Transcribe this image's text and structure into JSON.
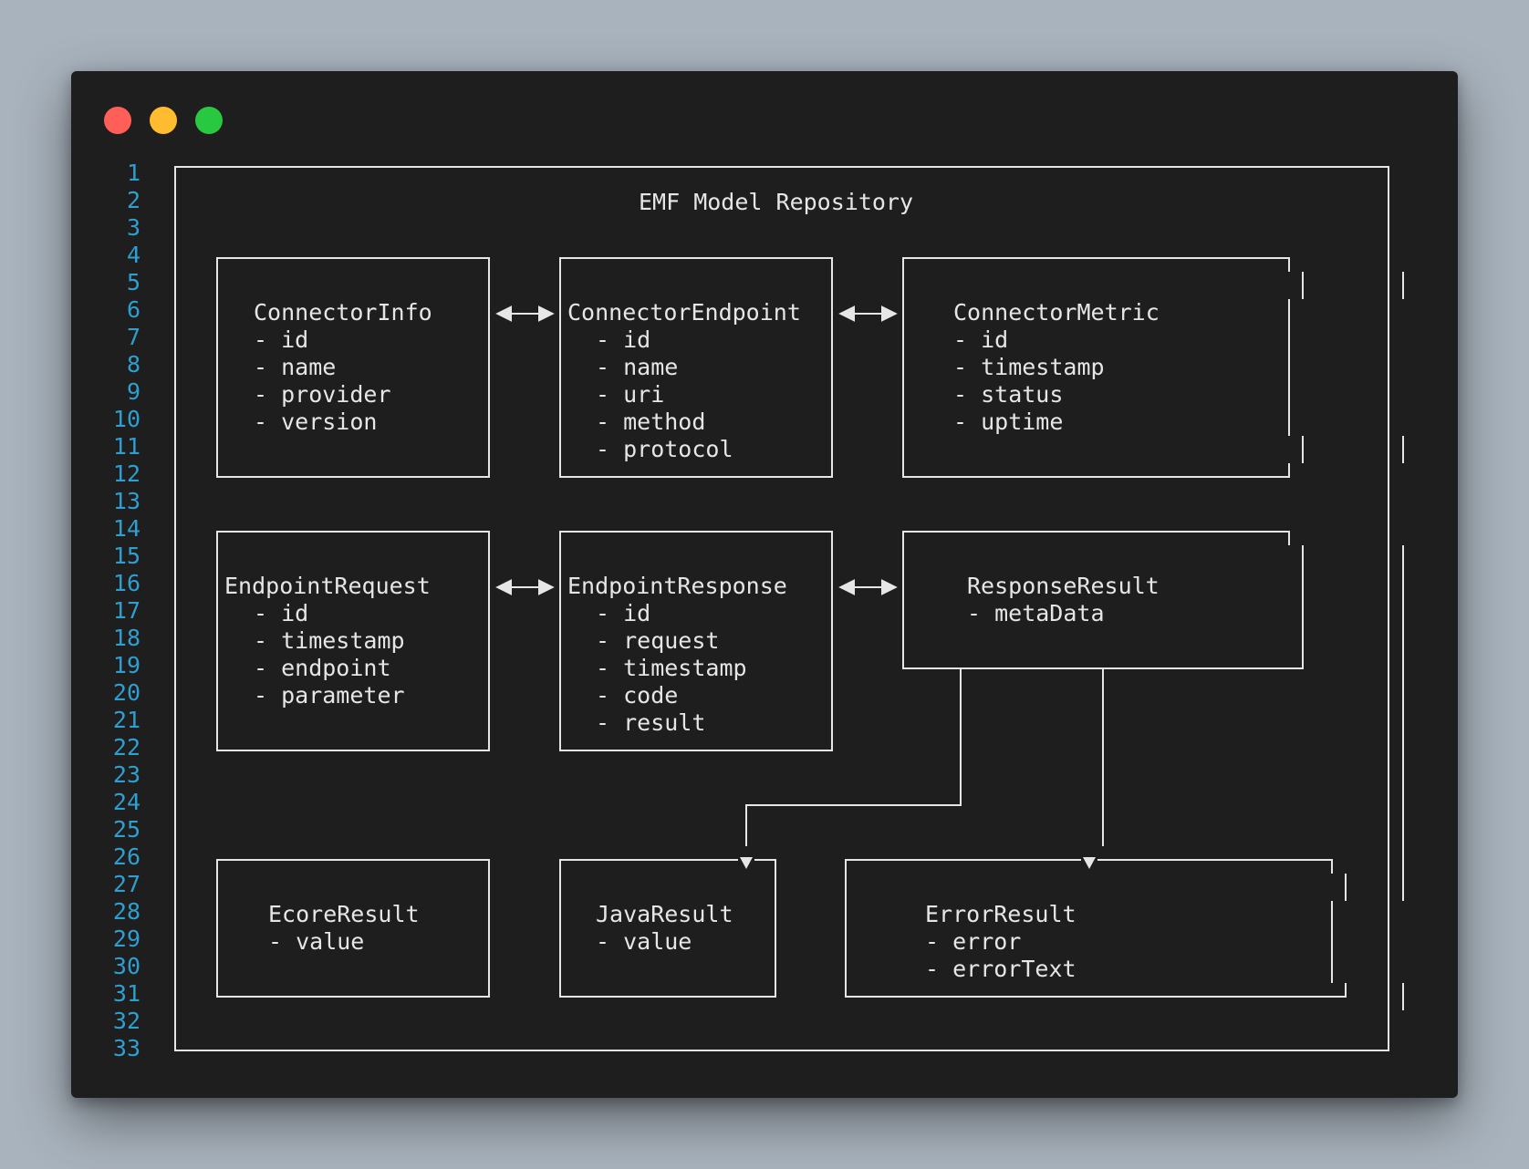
{
  "window": {
    "controls": [
      "close",
      "minimize",
      "maximize"
    ],
    "colors": {
      "background": "#1e1e1e",
      "line_numbers": "#2e9fd0",
      "text": "#e6e6e6",
      "close": "#ff5f57",
      "minimize": "#febc2e",
      "maximize": "#28c840"
    }
  },
  "line_numbers": [
    "1",
    "2",
    "3",
    "4",
    "5",
    "6",
    "7",
    "8",
    "9",
    "10",
    "11",
    "12",
    "13",
    "14",
    "15",
    "16",
    "17",
    "18",
    "19",
    "20",
    "21",
    "22",
    "23",
    "24",
    "25",
    "26",
    "27",
    "28",
    "29",
    "30",
    "31",
    "32",
    "33"
  ],
  "diagram": {
    "title": "EMF Model Repository",
    "boxes": {
      "connector_info": {
        "name": "ConnectorInfo",
        "fields": [
          "- id",
          "- name",
          "- provider",
          "- version"
        ]
      },
      "connector_endpoint": {
        "name": "ConnectorEndpoint",
        "fields": [
          "- id",
          "- name",
          "- uri",
          "- method",
          "- protocol"
        ]
      },
      "connector_metric": {
        "name": "ConnectorMetric",
        "fields": [
          "- id",
          "- timestamp",
          "- status",
          "- uptime"
        ]
      },
      "endpoint_request": {
        "name": "EndpointRequest",
        "fields": [
          "- id",
          "- timestamp",
          "- endpoint",
          "- parameter"
        ]
      },
      "endpoint_response": {
        "name": "EndpointResponse",
        "fields": [
          "- id",
          "- request",
          "- timestamp",
          "- code",
          "- result"
        ]
      },
      "response_result": {
        "name": "ResponseResult",
        "fields": [
          "- metaData"
        ]
      },
      "ecore_result": {
        "name": "EcoreResult",
        "fields": [
          "- value"
        ]
      },
      "java_result": {
        "name": "JavaResult",
        "fields": [
          "- value"
        ]
      },
      "error_result": {
        "name": "ErrorResult",
        "fields": [
          "- error",
          "- errorText"
        ]
      }
    }
  }
}
